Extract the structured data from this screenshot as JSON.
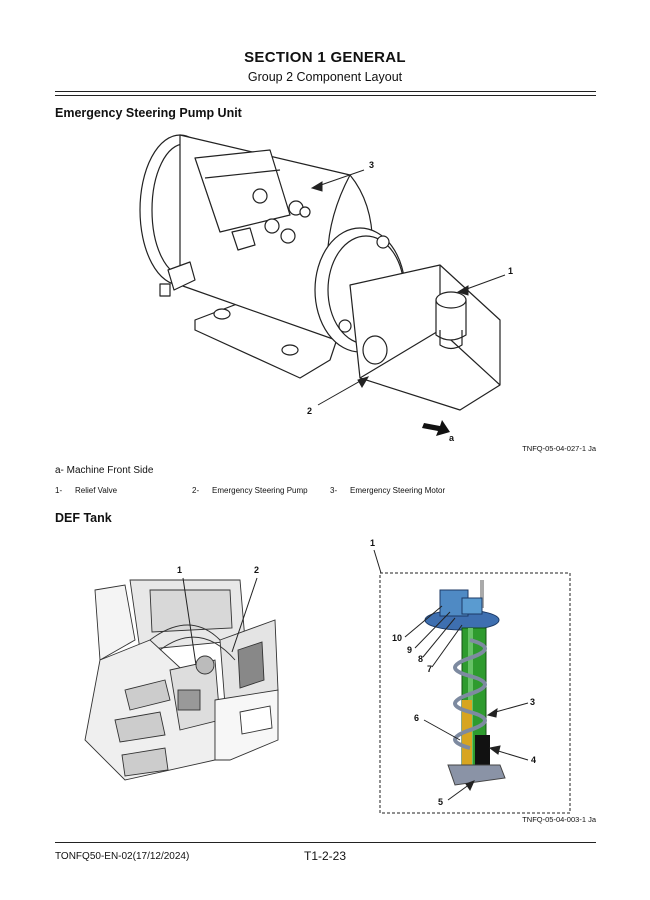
{
  "header": {
    "title": "SECTION 1 GENERAL",
    "subtitle": "Group 2 Component Layout"
  },
  "section_pump": {
    "heading": "Emergency Steering Pump Unit",
    "callouts": [
      "1",
      "2",
      "3",
      "a"
    ],
    "figure_code": "TNFQ-05-04-027-1 Ja",
    "note": "a- Machine Front Side",
    "legend": [
      {
        "num": "1-",
        "text": "Relief Valve"
      },
      {
        "num": "2-",
        "text": "Emergency Steering Pump"
      },
      {
        "num": "3-",
        "text": "Emergency Steering Motor"
      }
    ]
  },
  "section_def": {
    "heading": "DEF Tank",
    "left_callouts": [
      "1",
      "2"
    ],
    "right_callouts": [
      "1",
      "10",
      "9",
      "8",
      "7",
      "6",
      "3",
      "4",
      "5"
    ],
    "figure_code": "TNFQ-05-04-003-1 Ja"
  },
  "footer": {
    "doc_id": "TONFQ50-EN-02(17/12/2024)",
    "page": "T1-2-23"
  }
}
